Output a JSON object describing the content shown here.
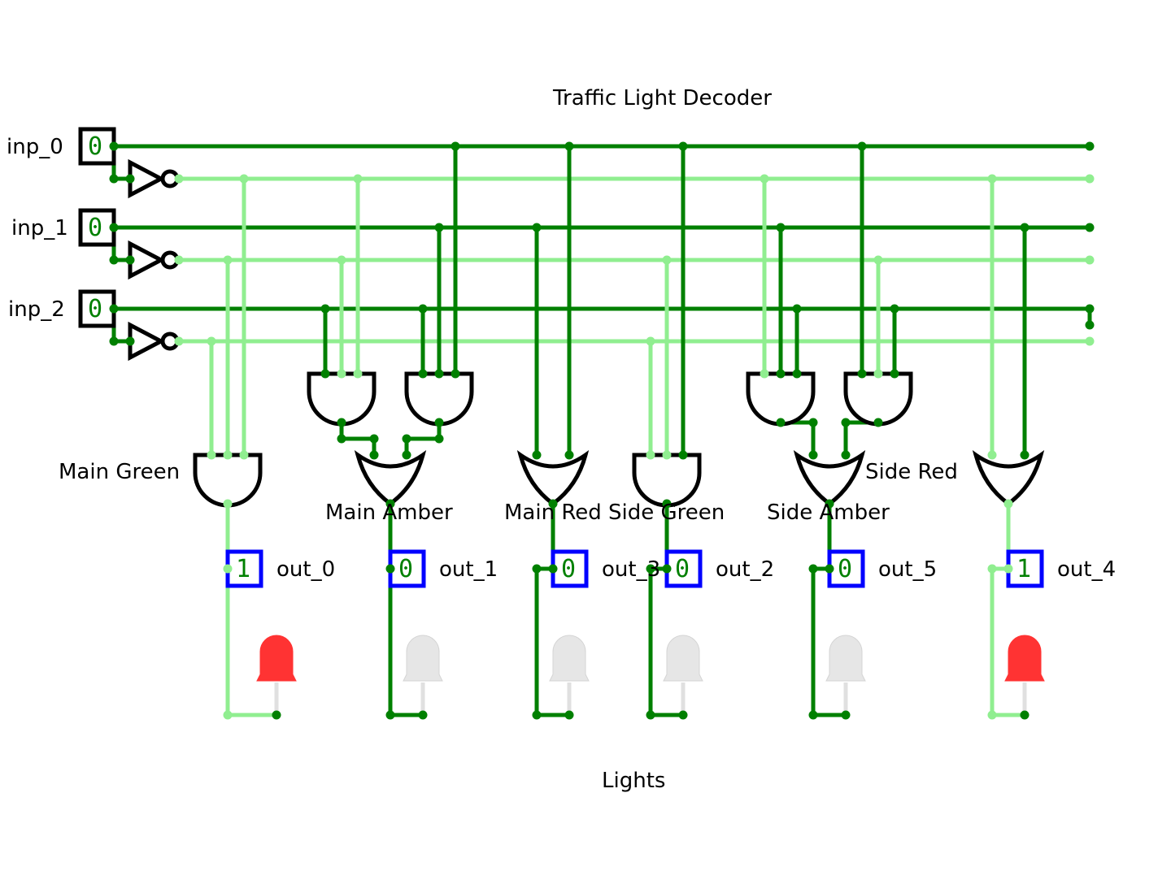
{
  "title": "Traffic Light Decoder",
  "footer": "Lights",
  "colors": {
    "wire_high": "#008000",
    "wire_low": "#90ee90",
    "gate_stroke": "#000000",
    "output_box": "#0000ff",
    "led_on": "#ff3333",
    "led_off": "#e6e6e6"
  },
  "inputs": [
    {
      "name": "inp_0",
      "value": "0"
    },
    {
      "name": "inp_1",
      "value": "0"
    },
    {
      "name": "inp_2",
      "value": "0"
    }
  ],
  "gate_labels": {
    "main_green": "Main Green",
    "main_amber": "Main Amber",
    "main_red": "Main Red",
    "side_green": "Side Green",
    "side_amber": "Side Amber",
    "side_red": "Side Red"
  },
  "outputs": [
    {
      "name": "out_0",
      "value": "1",
      "led": "on"
    },
    {
      "name": "out_1",
      "value": "0",
      "led": "off"
    },
    {
      "name": "out_3",
      "value": "0",
      "led": "off"
    },
    {
      "name": "out_2",
      "value": "0",
      "led": "off"
    },
    {
      "name": "out_5",
      "value": "0",
      "led": "off"
    },
    {
      "name": "out_4",
      "value": "1",
      "led": "on"
    }
  ]
}
